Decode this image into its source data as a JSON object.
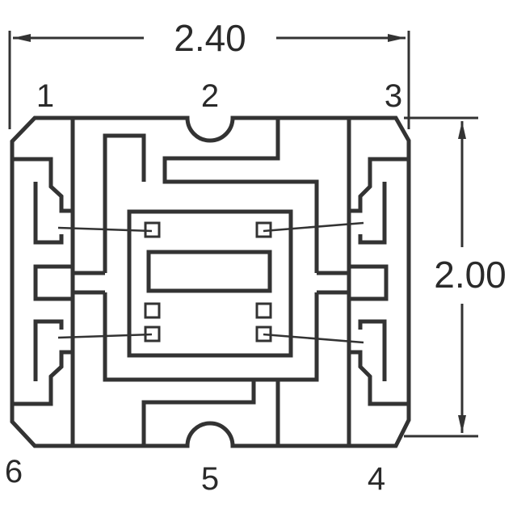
{
  "dimensions": {
    "width": "2.40",
    "height": "2.00"
  },
  "pins": {
    "p1": "1",
    "p2": "2",
    "p3": "3",
    "p4": "4",
    "p5": "5",
    "p6": "6"
  },
  "colors": {
    "ink": "#333333",
    "background": "#ffffff"
  }
}
